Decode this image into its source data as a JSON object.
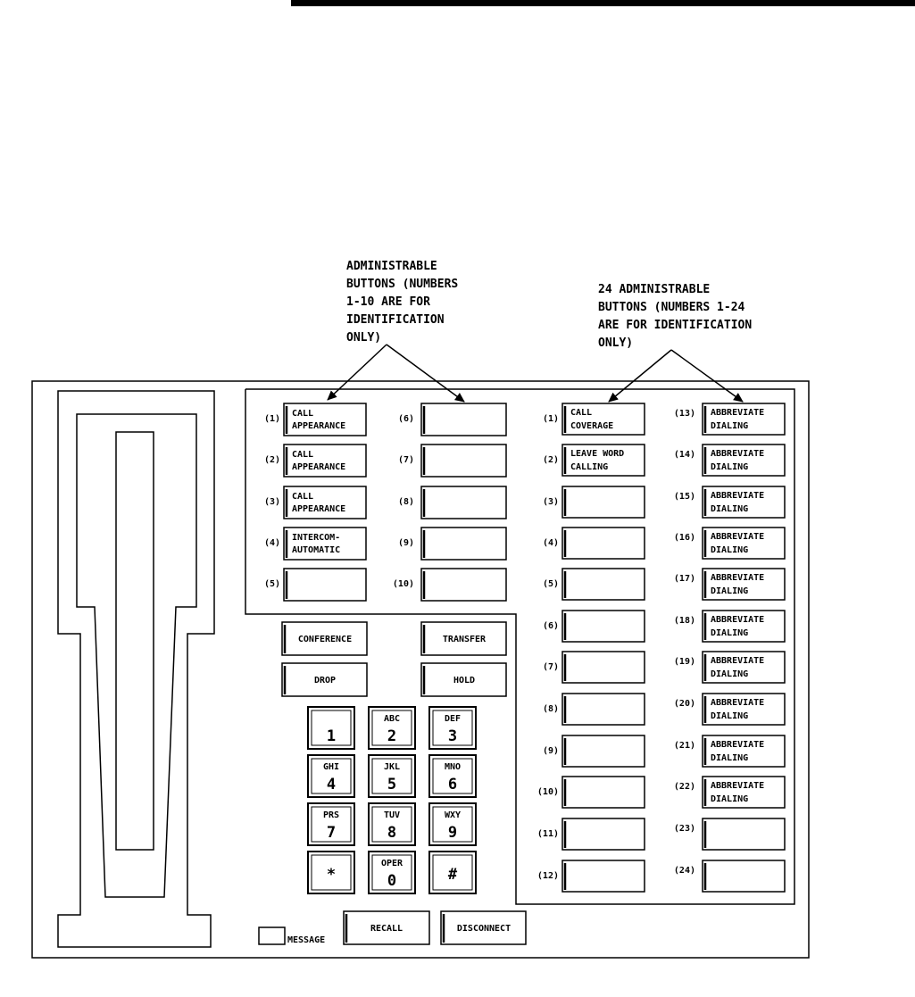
{
  "callouts": {
    "left": [
      "ADMINISTRABLE",
      "BUTTONS (NUMBERS",
      "1-10 ARE FOR",
      "IDENTIFICATION",
      "ONLY)"
    ],
    "right": [
      "24 ADMINISTRABLE",
      "BUTTONS (NUMBERS 1-24",
      "ARE FOR IDENTIFICATION",
      "ONLY)"
    ]
  },
  "left_buttons": [
    {
      "num": "(1)",
      "lines": [
        "CALL",
        "APPEARANCE"
      ]
    },
    {
      "num": "(2)",
      "lines": [
        "CALL",
        "APPEARANCE"
      ]
    },
    {
      "num": "(3)",
      "lines": [
        "CALL",
        "APPEARANCE"
      ]
    },
    {
      "num": "(4)",
      "lines": [
        "INTERCOM-",
        "AUTOMATIC"
      ]
    },
    {
      "num": "(5)",
      "lines": []
    },
    {
      "num": "(6)",
      "lines": []
    },
    {
      "num": "(7)",
      "lines": []
    },
    {
      "num": "(8)",
      "lines": []
    },
    {
      "num": "(9)",
      "lines": []
    },
    {
      "num": "(10)",
      "lines": []
    }
  ],
  "right_buttons": [
    {
      "num": "(1)",
      "lines": [
        "CALL",
        "COVERAGE"
      ]
    },
    {
      "num": "(2)",
      "lines": [
        "LEAVE WORD",
        "CALLING"
      ]
    },
    {
      "num": "(3)",
      "lines": []
    },
    {
      "num": "(4)",
      "lines": []
    },
    {
      "num": "(5)",
      "lines": []
    },
    {
      "num": "(6)",
      "lines": []
    },
    {
      "num": "(7)",
      "lines": []
    },
    {
      "num": "(8)",
      "lines": []
    },
    {
      "num": "(9)",
      "lines": []
    },
    {
      "num": "(10)",
      "lines": []
    },
    {
      "num": "(11)",
      "lines": []
    },
    {
      "num": "(12)",
      "lines": []
    },
    {
      "num": "(13)",
      "lines": [
        "ABBREVIATE",
        "DIALING"
      ]
    },
    {
      "num": "(14)",
      "lines": [
        "ABBREVIATE",
        "DIALING"
      ]
    },
    {
      "num": "(15)",
      "lines": [
        "ABBREVIATE",
        "DIALING"
      ]
    },
    {
      "num": "(16)",
      "lines": [
        "ABBREVIATE",
        "DIALING"
      ]
    },
    {
      "num": "(17)",
      "lines": [
        "ABBREVIATE",
        "DIALING"
      ]
    },
    {
      "num": "(18)",
      "lines": [
        "ABBREVIATE",
        "DIALING"
      ]
    },
    {
      "num": "(19)",
      "lines": [
        "ABBREVIATE",
        "DIALING"
      ]
    },
    {
      "num": "(20)",
      "lines": [
        "ABBREVIATE",
        "DIALING"
      ]
    },
    {
      "num": "(21)",
      "lines": [
        "ABBREVIATE",
        "DIALING"
      ]
    },
    {
      "num": "(22)",
      "lines": [
        "ABBREVIATE",
        "DIALING"
      ]
    },
    {
      "num": "(23)",
      "lines": []
    },
    {
      "num": "(24)",
      "lines": []
    }
  ],
  "function_buttons": [
    "CONFERENCE",
    "TRANSFER",
    "DROP",
    "HOLD"
  ],
  "keypad": [
    {
      "letters": "",
      "digit": "1"
    },
    {
      "letters": "ABC",
      "digit": "2"
    },
    {
      "letters": "DEF",
      "digit": "3"
    },
    {
      "letters": "GHI",
      "digit": "4"
    },
    {
      "letters": "JKL",
      "digit": "5"
    },
    {
      "letters": "MNO",
      "digit": "6"
    },
    {
      "letters": "PRS",
      "digit": "7"
    },
    {
      "letters": "TUV",
      "digit": "8"
    },
    {
      "letters": "WXY",
      "digit": "9"
    },
    {
      "letters": "",
      "digit": "*"
    },
    {
      "letters": "OPER",
      "digit": "0"
    },
    {
      "letters": "",
      "digit": "#"
    }
  ],
  "bottom": {
    "message_label": "MESSAGE",
    "recall_label": "RECALL",
    "disconnect_label": "DISCONNECT"
  }
}
